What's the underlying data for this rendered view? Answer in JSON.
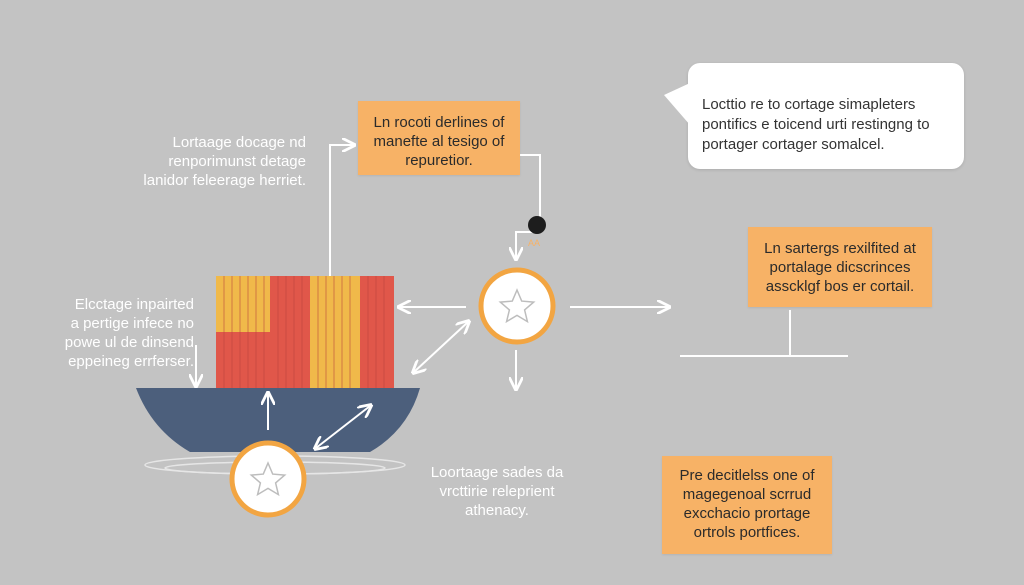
{
  "colors": {
    "background": "#c3c3c3",
    "box_fill": "#f7b266",
    "circle_ring": "#f2a542",
    "ship_hull": "#4c5f7c",
    "container_red": "#e0574a",
    "container_yellow": "#f0b94a",
    "connector": "#ffffff"
  },
  "labels": {
    "top_left": "Lortaage docage nd\nrenporimunst detage\nlanidor feleerage herriet.",
    "mid_left": "Elcctage inpairted\na pertige infece no\npowe ul de dinsend\neppeineg errferser.",
    "bottom_center": "Loortaage sades da\nvrcttirie releprient\nathenacy.",
    "marker": "AA"
  },
  "boxes": {
    "top_center": "Ln rocoti derlines of\nmanefte al tesigo of\nrepuretior.",
    "right_mid": "Ln sartergs rexilfited at\nportalage dicscrinces\nasscklgf bos er cortail.",
    "bottom_right": "Pre decitlelss one of\nmagegenoal scrrud\nexcchacio prortage\nortrols portfices."
  },
  "bubble": {
    "text": "Locttio re to cortage simapleters\npontifics e toicend urti restingng to\nportager cortager somalcel."
  },
  "icons": {
    "hub": "star-icon",
    "ship_marker": "star-icon"
  }
}
